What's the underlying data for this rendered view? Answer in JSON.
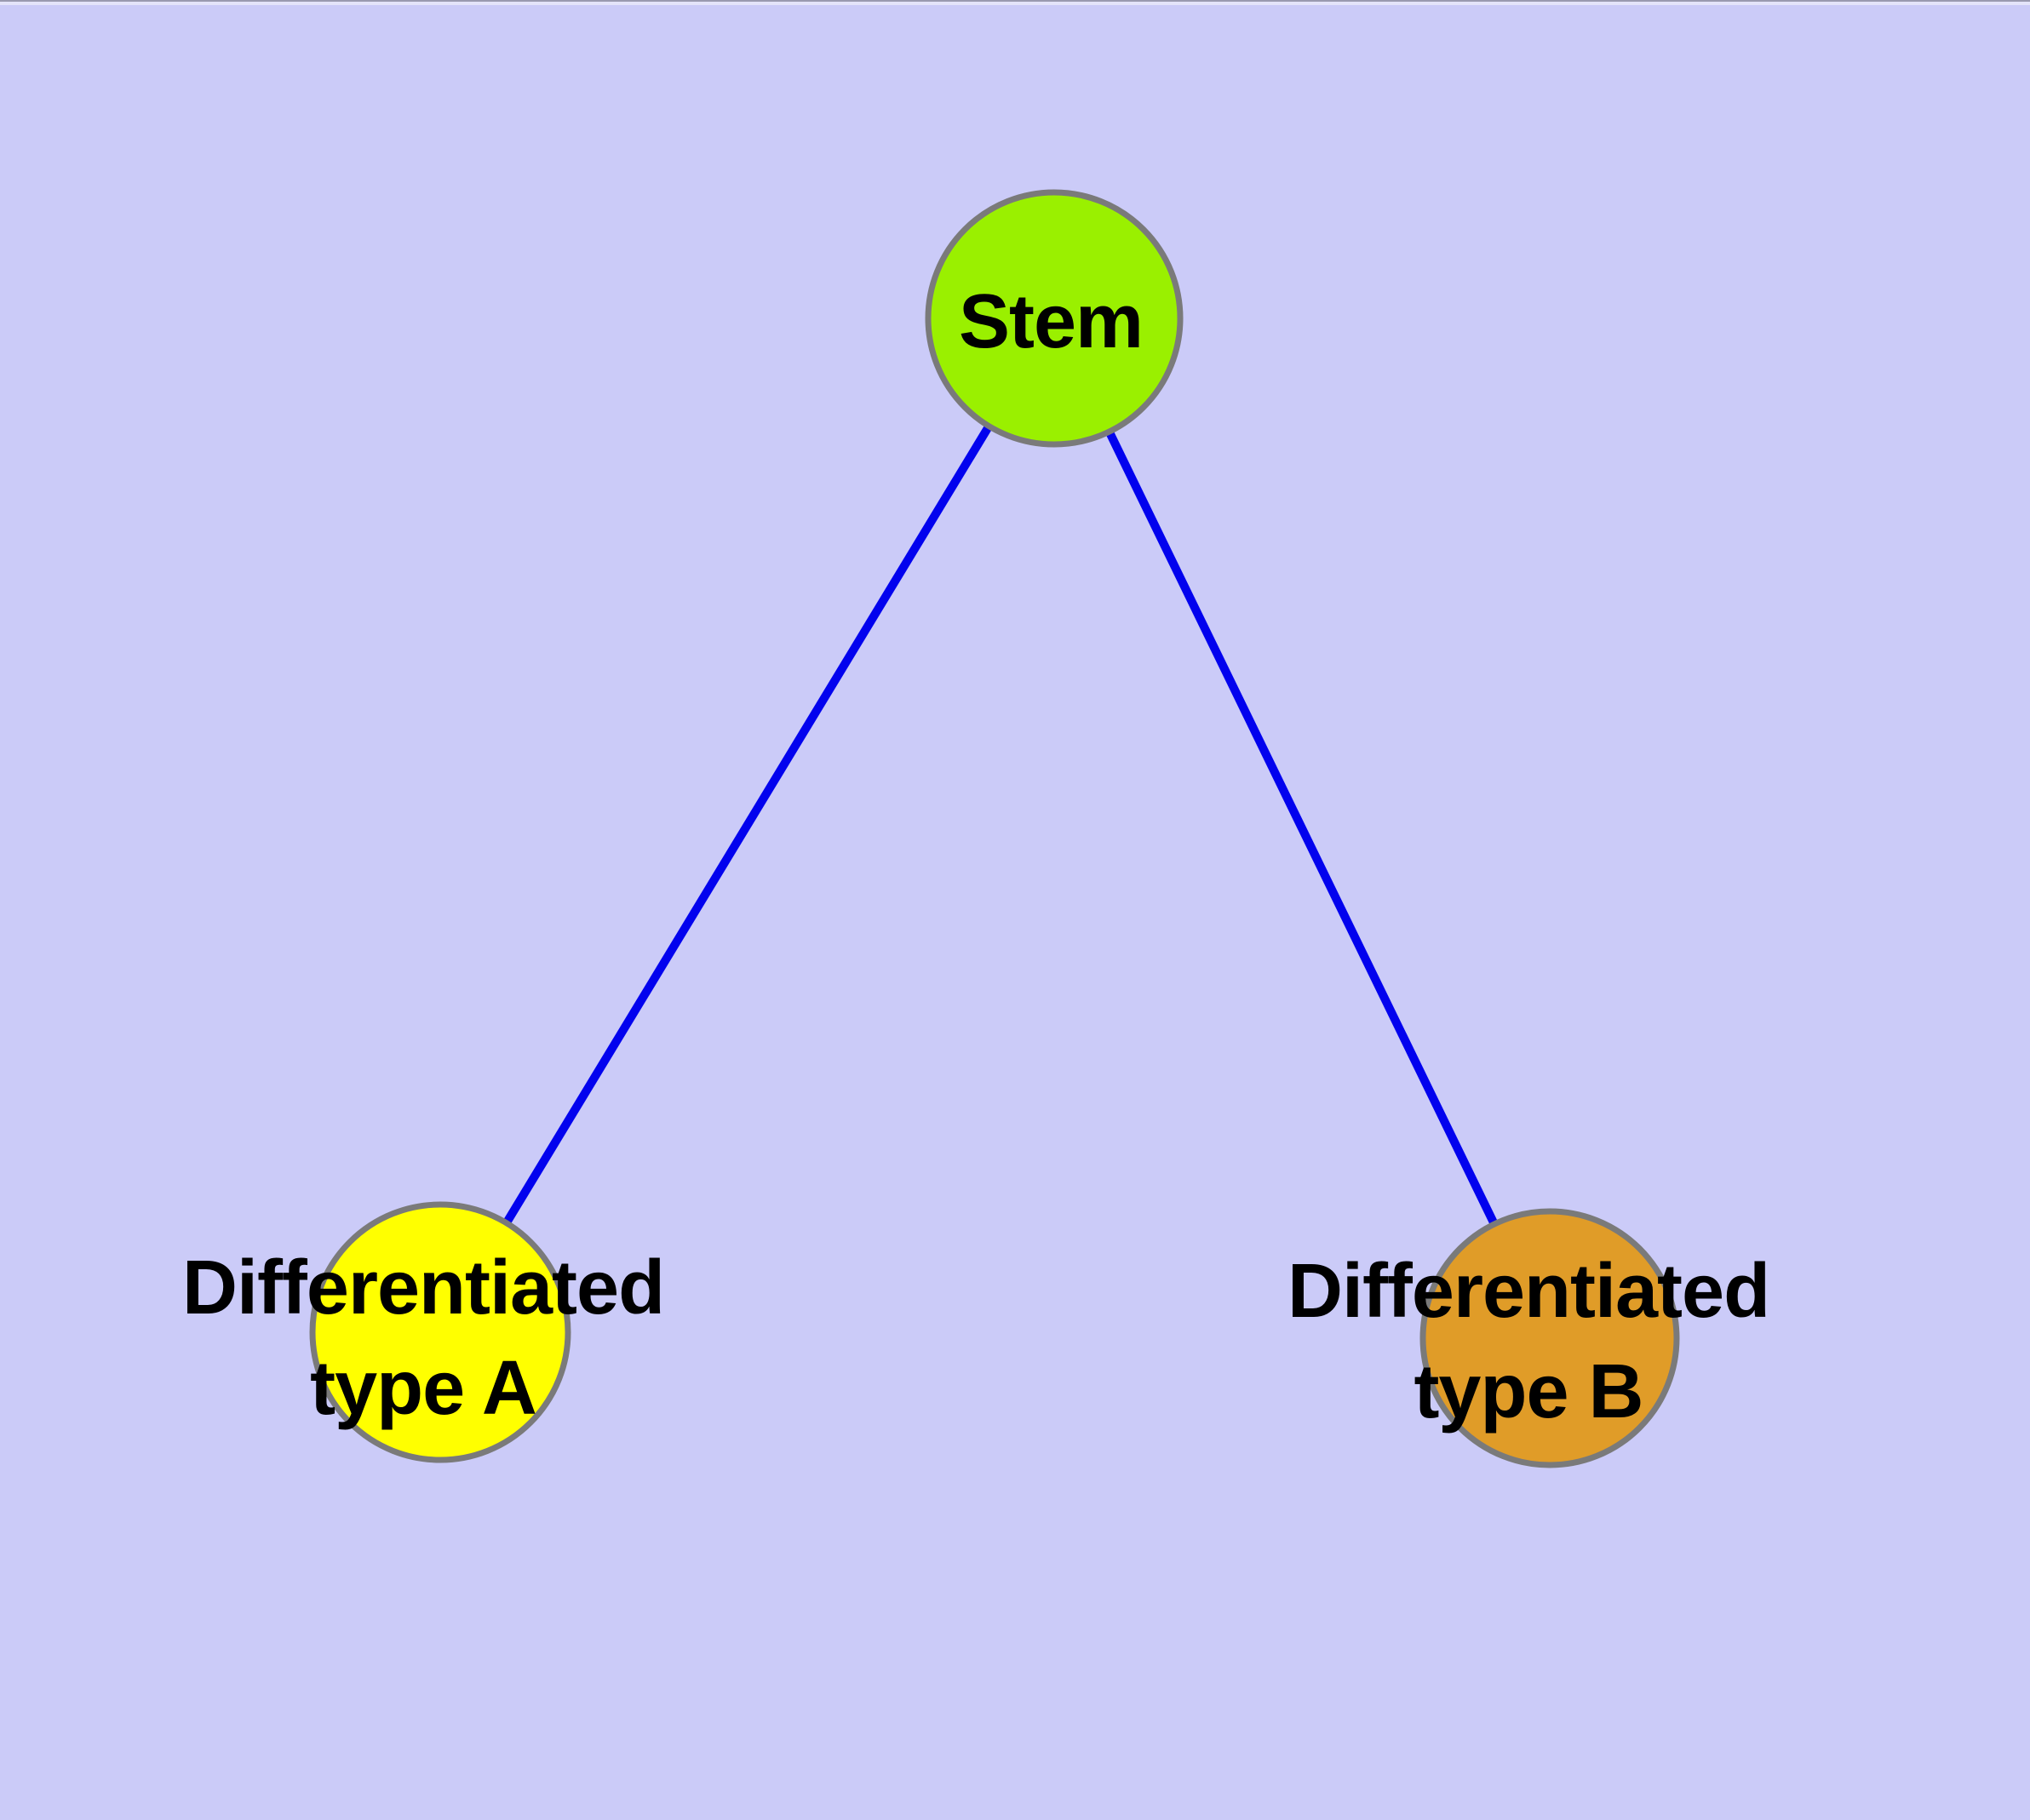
{
  "diagram": {
    "type": "node-link-graph",
    "background_color": "#CBCBF8",
    "edge_color": "#0202EE",
    "node_border_color": "#7A7A7A",
    "label_text_color": "#000000",
    "nodes": {
      "stem": {
        "label": "Stem",
        "fill": "#9AF000"
      },
      "type_a": {
        "label_line1": "Differentiated",
        "label_line2": "type A",
        "fill": "#FFFF00"
      },
      "type_b": {
        "label_line1": "Differentiated",
        "label_line2": "type B",
        "fill": "#E09C28"
      }
    },
    "edges": [
      {
        "from": "stem",
        "to": "type_a"
      },
      {
        "from": "stem",
        "to": "type_b"
      }
    ]
  }
}
